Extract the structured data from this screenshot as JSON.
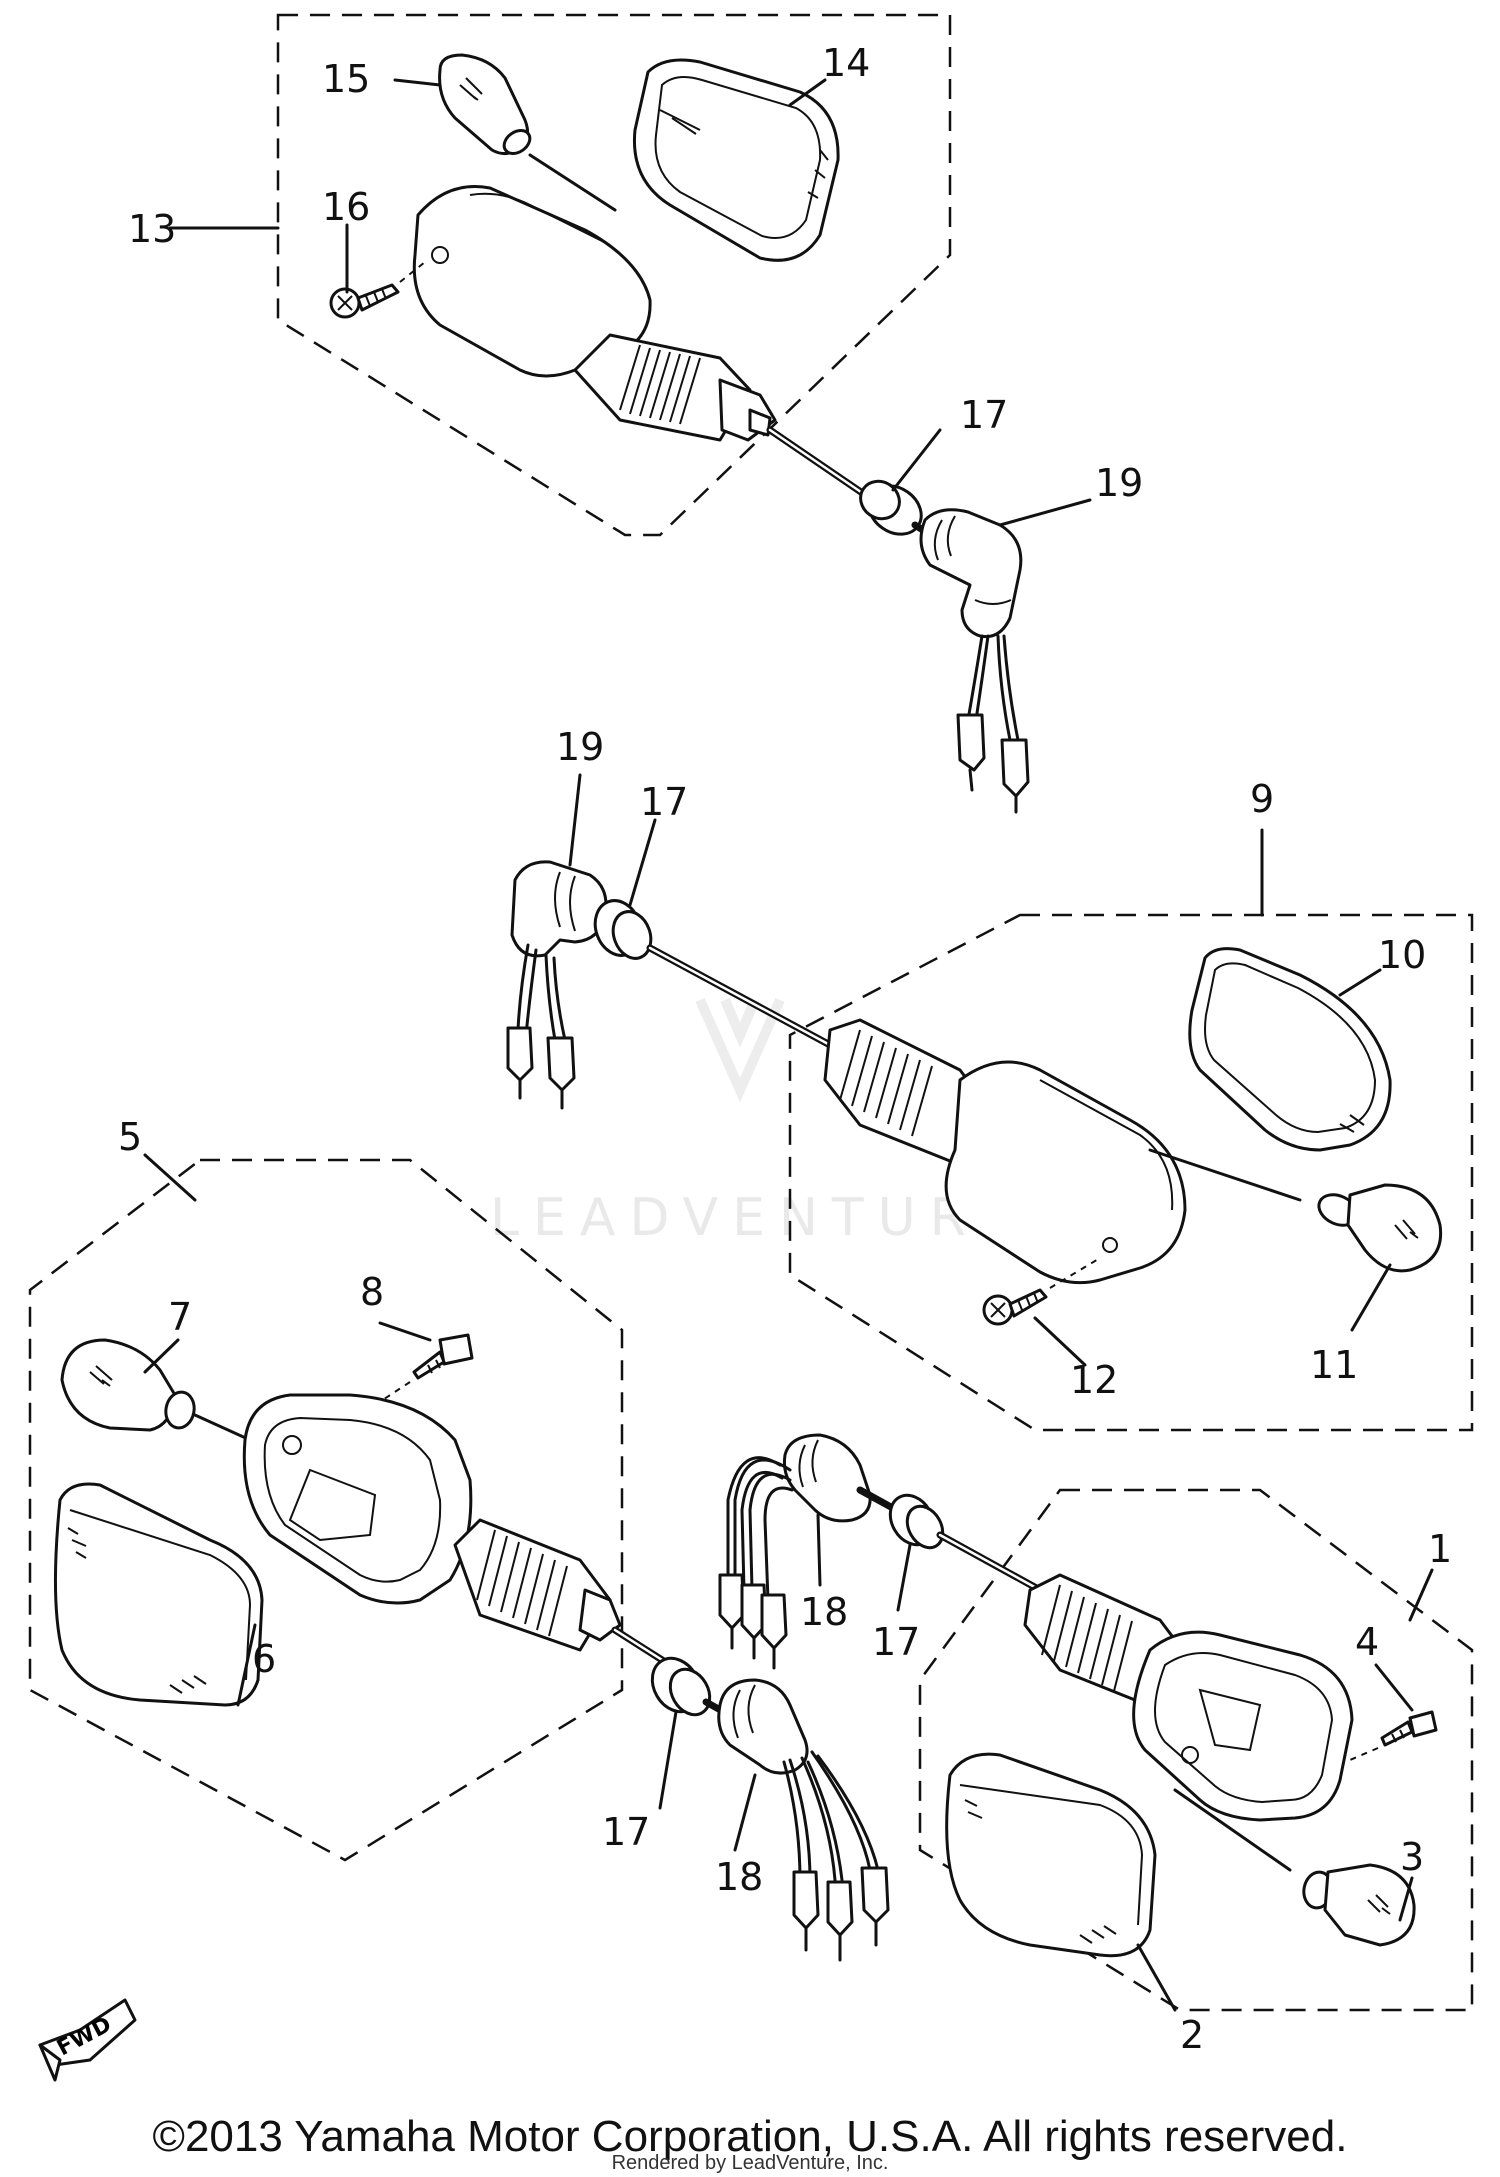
{
  "watermark": "LEADVENTURE",
  "fwd_badge": "FWD",
  "callouts": {
    "c1": "1",
    "c2": "2",
    "c3": "3",
    "c4": "4",
    "c5": "5",
    "c6": "6",
    "c7": "7",
    "c8": "8",
    "c9": "9",
    "c10": "10",
    "c11": "11",
    "c12": "12",
    "c13": "13",
    "c14": "14",
    "c15": "15",
    "c16": "16",
    "c17a": "17",
    "c17b": "17",
    "c17c": "17",
    "c17d": "17",
    "c18a": "18",
    "c18b": "18",
    "c19a": "19",
    "c19b": "19"
  },
  "footer": {
    "copyright": "©2013 Yamaha Motor Corporation, U.S.A. All rights reserved.",
    "rendered_by": "Rendered by LeadVenture, Inc."
  }
}
